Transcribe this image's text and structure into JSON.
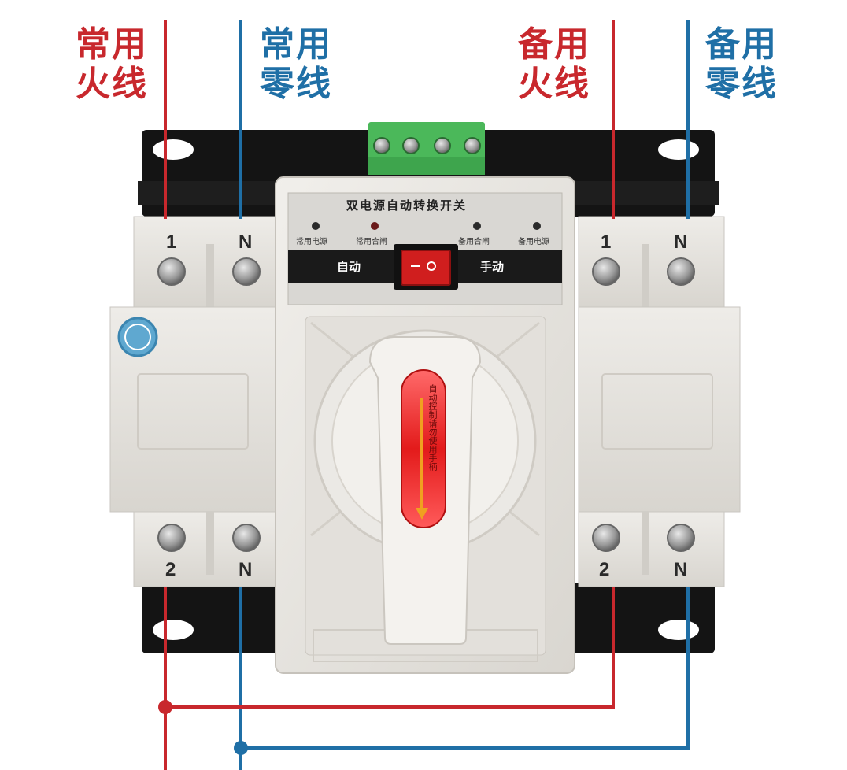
{
  "wire_labels": {
    "main_live": {
      "line1": "常用",
      "line2": "火线"
    },
    "main_neutral": {
      "line1": "常用",
      "line2": "零线"
    },
    "backup_live": {
      "line1": "备用",
      "line2": "火线"
    },
    "backup_neutral": {
      "line1": "备用",
      "line2": "零线"
    }
  },
  "terminals": {
    "top_left_1": "1",
    "top_left_n": "N",
    "top_right_1": "1",
    "top_right_n": "N",
    "bottom_left_2": "2",
    "bottom_left_n": "N",
    "bottom_right_2": "2",
    "bottom_right_n": "N"
  },
  "panel": {
    "title": "双电源自动转换开关",
    "indicators": [
      "常用电源",
      "常用合闸",
      "备用合闸",
      "备用电源"
    ],
    "mode_auto": "自动",
    "mode_manual": "手动"
  },
  "handle_text": "自动控制请勿使用手柄",
  "colors": {
    "live_wire": "#c8282d",
    "neutral_wire": "#1f6fa6",
    "body": "#e6e4e0",
    "base_plate": "#141414",
    "switch_red": "#d01e1e",
    "connector_green": "#4bb85a"
  }
}
